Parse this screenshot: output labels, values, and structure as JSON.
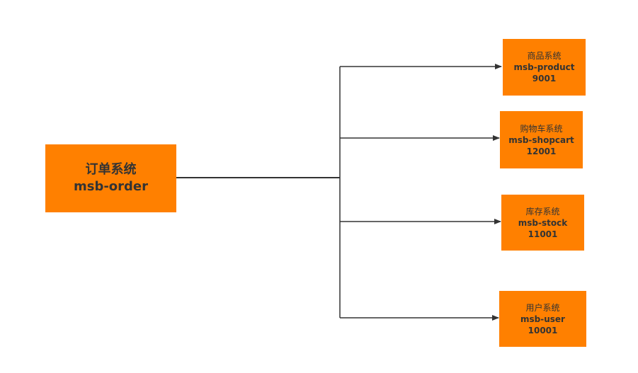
{
  "colors": {
    "node_fill": "#ff8000",
    "text": "#333333",
    "connector": "#000000"
  },
  "source": {
    "name": "订单系统",
    "code": "msb-order"
  },
  "targets": [
    {
      "name": "商品系统",
      "code": "msb-product",
      "port": "9001"
    },
    {
      "name": "购物车系统",
      "code": "msb-shopcart",
      "port": "12001"
    },
    {
      "name": "库存系统",
      "code": "msb-stock",
      "port": "11001"
    },
    {
      "name": "用户系统",
      "code": "msb-user",
      "port": "10001"
    }
  ]
}
